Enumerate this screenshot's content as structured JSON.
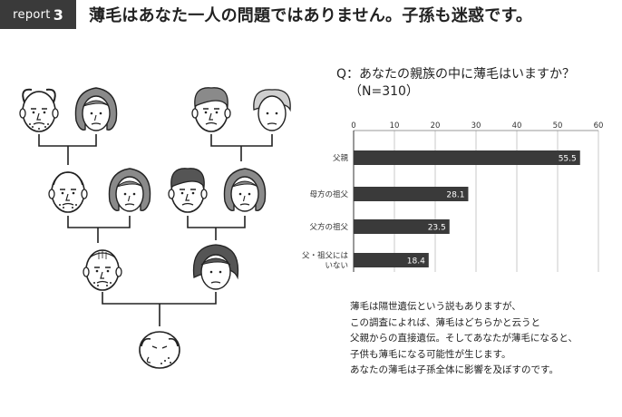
{
  "header": {
    "badge_word": "report",
    "badge_number": "3",
    "headline": "薄毛はあなた一人の問題ではありません。子孫も迷惑です。"
  },
  "question": {
    "text": "Q：あなたの親族の中に薄毛はいますか？",
    "n": "（N=310）"
  },
  "chart_data": {
    "type": "bar",
    "orientation": "horizontal",
    "categories": [
      "父親",
      "母方の祖父",
      "父方の祖父",
      "父・祖父には\nいない"
    ],
    "values": [
      55.5,
      28.1,
      23.5,
      18.4
    ],
    "value_labels": [
      "55.5",
      "28.1",
      "23.5",
      "18.4"
    ],
    "xlim": [
      0,
      60
    ],
    "ticks": [
      "0",
      "10",
      "20",
      "30",
      "40",
      "50",
      "60"
    ],
    "grid": true,
    "bar_color": "#3a3a3a",
    "grid_color": "#bdbdbd"
  },
  "description": {
    "lines": [
      "薄毛は隔世遺伝という説もありますが、",
      "この調査によれば、薄毛はどちらかと云うと",
      "父親からの直接遺伝。そしてあなたが薄毛になると、",
      "子供も薄毛になる可能性が生じます。",
      "あなたの薄毛は子孫全体に影響を及ぼすのです。"
    ]
  },
  "colors": {
    "badge_bg": "#3a3a3a",
    "text": "#222222"
  }
}
